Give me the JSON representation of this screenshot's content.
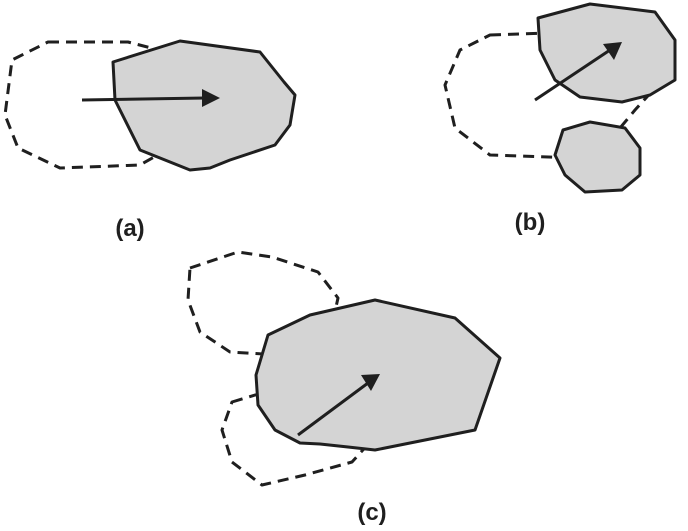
{
  "colors": {
    "region_fill": "#d4d4d4",
    "stroke": "#1f1f1f",
    "background": "#ffffff"
  },
  "panels": [
    {
      "id": "a",
      "label": "(a)"
    },
    {
      "id": "b",
      "label": "(b)"
    },
    {
      "id": "c",
      "label": "(c)"
    }
  ]
}
